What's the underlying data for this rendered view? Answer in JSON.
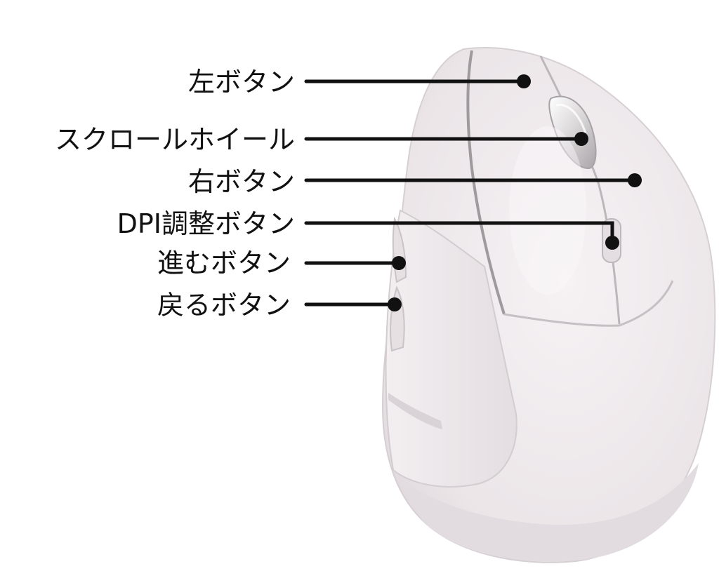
{
  "callouts": [
    {
      "id": "left-button",
      "label": "左ボタン"
    },
    {
      "id": "scroll-wheel",
      "label": "スクロールホイール"
    },
    {
      "id": "right-button",
      "label": "右ボタン"
    },
    {
      "id": "dpi-button",
      "label": "DPI調整ボタン"
    },
    {
      "id": "forward-button",
      "label": "進むボタン"
    },
    {
      "id": "back-button",
      "label": "戻るボタン"
    }
  ],
  "colors": {
    "text": "#111111",
    "line": "#111111",
    "mouse_body": "#ece7ea",
    "mouse_shadow": "#cfc8cd",
    "mouse_highlight": "#f7f4f6",
    "wheel": "#d7d4d6"
  }
}
